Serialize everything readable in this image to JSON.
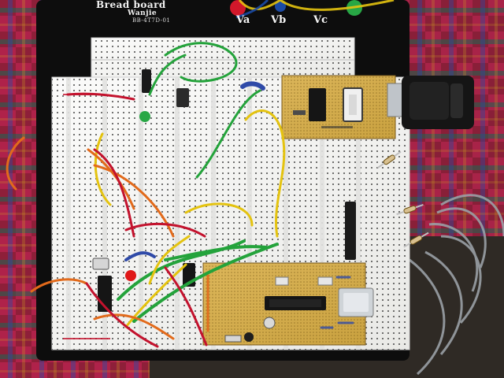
{
  "image": {
    "alt": "Photo of a large solderless breadboard with colorful jumper wires, a small perfboard with DIP sockets, a serial connector, and a larger perfboard with a microcontroller and an Ethernet jack.",
    "header_lines": [
      "Bread board",
      "Wanjie",
      "BB-4T7D-01"
    ],
    "terminal_labels": [
      "Va",
      "Vb",
      "Vc"
    ],
    "accent": {
      "board_white": "#f3f3f1",
      "board_shadow": "#cfcfcf",
      "perfboard": "#d7b24c",
      "cloth_red": "#b6224c",
      "cloth_green": "#1a6b55",
      "cloth_blue": "#2f4aa8",
      "wire_green": "#24a33b",
      "wire_yellow": "#e4c30f",
      "wire_orange": "#e26a1b",
      "wire_red": "#c3122d",
      "chip_black": "#151515",
      "gray_cable": "#9aa0a6"
    }
  }
}
